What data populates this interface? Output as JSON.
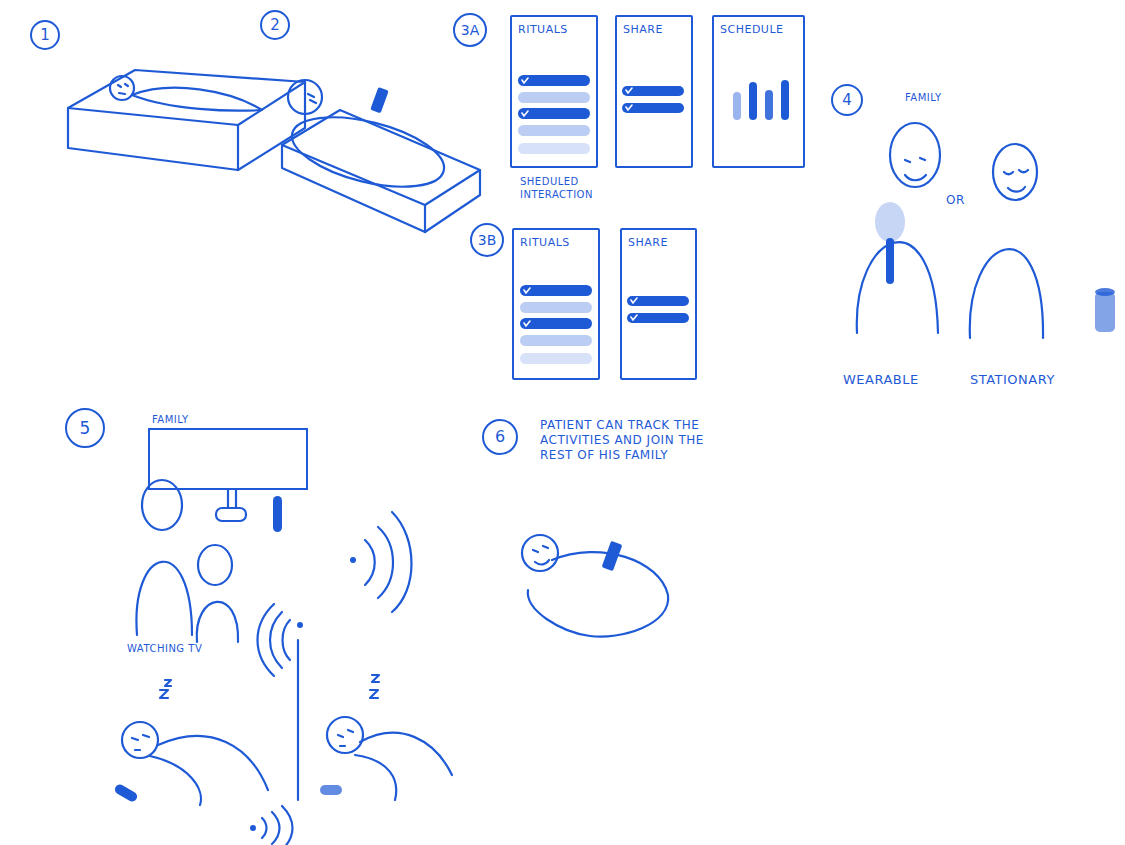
{
  "diagram": {
    "nodes": [
      {
        "text": [
          "1"
        ]
      },
      {
        "text": [
          "2"
        ]
      },
      {
        "text": [
          "3A"
        ]
      },
      {
        "text": [
          "RITUALS"
        ]
      },
      {
        "text": [
          "SHARE"
        ]
      },
      {
        "text": [
          "SCHEDULE"
        ]
      },
      {
        "text": [
          "3B"
        ]
      },
      {
        "text": [
          "RITUALS"
        ]
      },
      {
        "text": [
          "SHARE"
        ]
      },
      {
        "text": [
          "4"
        ]
      },
      {
        "text": [
          "5"
        ]
      },
      {
        "text": [
          "FAMILY"
        ]
      },
      {
        "text": [
          "6"
        ]
      }
    ],
    "edges": [],
    "labels": [
      "SHEDULED INTERACTION",
      "FAMILY",
      "OR",
      "WEARABLE",
      "STATIONARY",
      "WATCHING TV",
      "PATIENT CAN TRACK THE ACTIVITIES AND JOIN THE REST OF HIS FAMILY"
    ]
  }
}
